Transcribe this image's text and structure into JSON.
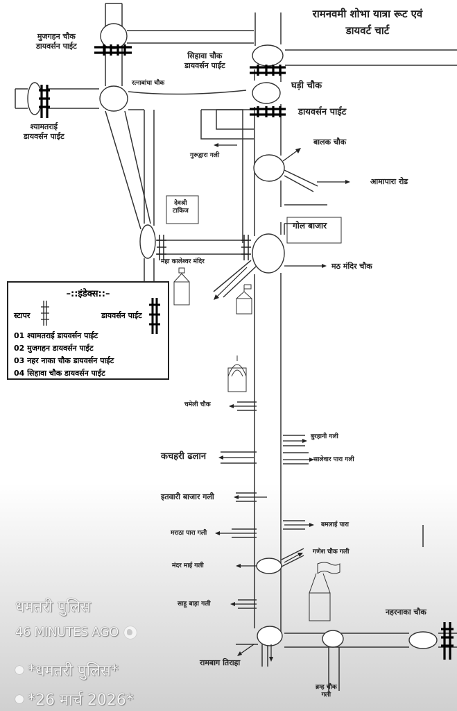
{
  "title": {
    "line1": "रामनवमी शोभा यात्रा रूट एवं",
    "line2": "डायवर्ट चार्ट"
  },
  "places": {
    "mujgahan": {
      "line1": "मुजगहन चौक",
      "line2": "डायवर्सन पाईट"
    },
    "sihawa": {
      "line1": "सिहावा चौक",
      "line2": "डायवर्सन पाईट"
    },
    "ratnabandha": "रत्नाबांधा चौक",
    "ghadi": "घड़ी चौक",
    "ghadi_diversion": "डायवर्सन पाईट",
    "shyamtarai": {
      "line1": "श्यामतराई",
      "line2": "डायवर्सन पाईट"
    },
    "gurudwara": "गुरूद्वारा गली",
    "balak": "बालक चौक",
    "amapara": "आमापारा रोड",
    "devashri": {
      "line1": "देवश्री",
      "line2": "टाकिज"
    },
    "gol_bazar": "गोल बाजार",
    "maha_kaleshwar": "महा कालेश्वर मंदिर",
    "math_mandir": "मठ मंदिर चौक",
    "chameli": "चमेली चौक",
    "burhani": "बुरहानी गली",
    "kachahri": "कचहरी ढलान",
    "saleywar": "सालेवार पारा गली",
    "itwari": "इतवारी बाजार गली",
    "bamlai": "बमलाई पारा",
    "maratha": "मराठा पारा गली",
    "ganesh": "गणेश चौक गली",
    "mandar_mai": "मंदर माई गली",
    "sahu_bada": "साहू बाड़ा गली",
    "naharnaka": "नहरनाका चौक",
    "rambagh": "रामबाग तिराहा",
    "bramh": {
      "line1": "ब्रम्ह चौक",
      "line2": "गली"
    }
  },
  "legend": {
    "title": "–::इंडेक्स::–",
    "stopper_label": "स्टापर",
    "diversion_label": "डायवर्सन पाईट",
    "items": [
      "01 श्यामतराई डायवर्सन पाईट",
      "02 मुजगहन डायवर्सन पाईट",
      "03 नहर नाका चौक डायवर्सन पाईट",
      "04 सिहावा चौक डायवर्सन पाईट"
    ]
  },
  "overlay": {
    "author": "धमतरी पुलिस",
    "time": "46 MINUTES AGO",
    "visibility_icon": "globe-icon",
    "lines": [
      "*धमतरी पुलिस*",
      "*26 मार्च 2026*"
    ]
  }
}
